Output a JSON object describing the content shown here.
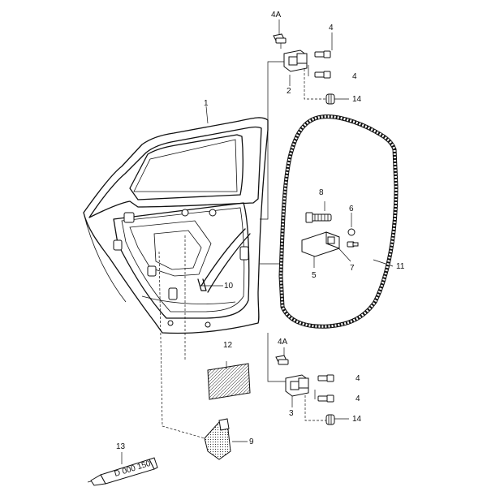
{
  "callouts": [
    {
      "id": "c1",
      "text": "1"
    },
    {
      "id": "c2",
      "text": "2"
    },
    {
      "id": "c3",
      "text": "3"
    },
    {
      "id": "c4a_top",
      "text": "4A"
    },
    {
      "id": "c4_top_a",
      "text": "4"
    },
    {
      "id": "c4_top_b",
      "text": "4"
    },
    {
      "id": "c14_top",
      "text": "14"
    },
    {
      "id": "c4a_bot",
      "text": "4A"
    },
    {
      "id": "c4_bot_a",
      "text": "4"
    },
    {
      "id": "c4_bot_b",
      "text": "4"
    },
    {
      "id": "c14_bot",
      "text": "14"
    },
    {
      "id": "c5",
      "text": "5"
    },
    {
      "id": "c6",
      "text": "6"
    },
    {
      "id": "c7",
      "text": "7"
    },
    {
      "id": "c8",
      "text": "8"
    },
    {
      "id": "c9",
      "text": "9"
    },
    {
      "id": "c10",
      "text": "10"
    },
    {
      "id": "c11",
      "text": "11"
    },
    {
      "id": "c12",
      "text": "12"
    },
    {
      "id": "c13",
      "text": "13"
    }
  ],
  "tube_text": "D 000 150"
}
